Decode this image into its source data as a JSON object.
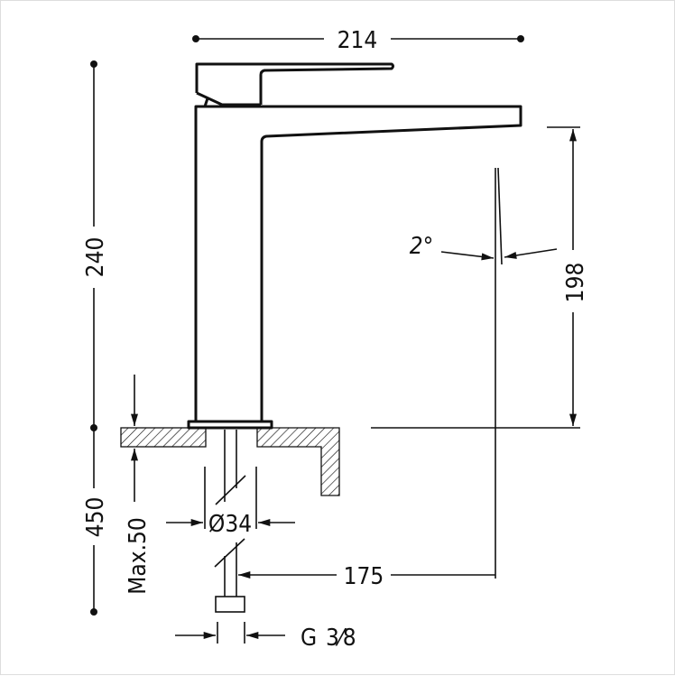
{
  "dimensions": {
    "overall_width": "214",
    "lever_to_deck_height": "240",
    "total_height": "450",
    "spout_height": "198",
    "spout_angle": "2°",
    "max_deck_thickness": "Max.50",
    "hole_diameter": "Ø34",
    "hose_length": "175",
    "connection_prefix": "G",
    "connection_fraction": "3⁄8"
  },
  "colors": {
    "line": "#111111",
    "background": "#ffffff"
  }
}
